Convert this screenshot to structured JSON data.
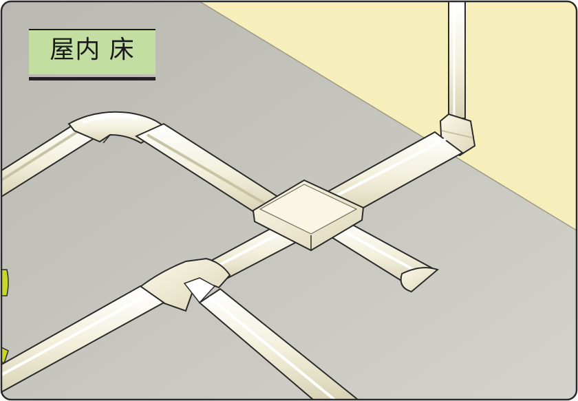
{
  "scene": {
    "label": "屋内 床",
    "colors": {
      "floor": "#c9c9c2",
      "wall": "#f6efbc",
      "molding": "#f5f3e2",
      "molding_shadow": "#d6d2b8",
      "label_bg": "#c2dea0",
      "label_text": "#1a1a1a",
      "outline": "#2a2a2a",
      "frame_accent": "#c9d62a"
    },
    "components": [
      {
        "name": "wall-riser-molding",
        "kind": "vertical raceway"
      },
      {
        "name": "wall-floor-end-cap",
        "kind": "entrance fitting"
      },
      {
        "name": "junction-box",
        "kind": "4-way cross box"
      },
      {
        "name": "flat-elbow",
        "kind": "90° flat elbow"
      },
      {
        "name": "tee-fitting",
        "kind": "T junction"
      },
      {
        "name": "end-cap",
        "kind": "end cap"
      }
    ]
  }
}
